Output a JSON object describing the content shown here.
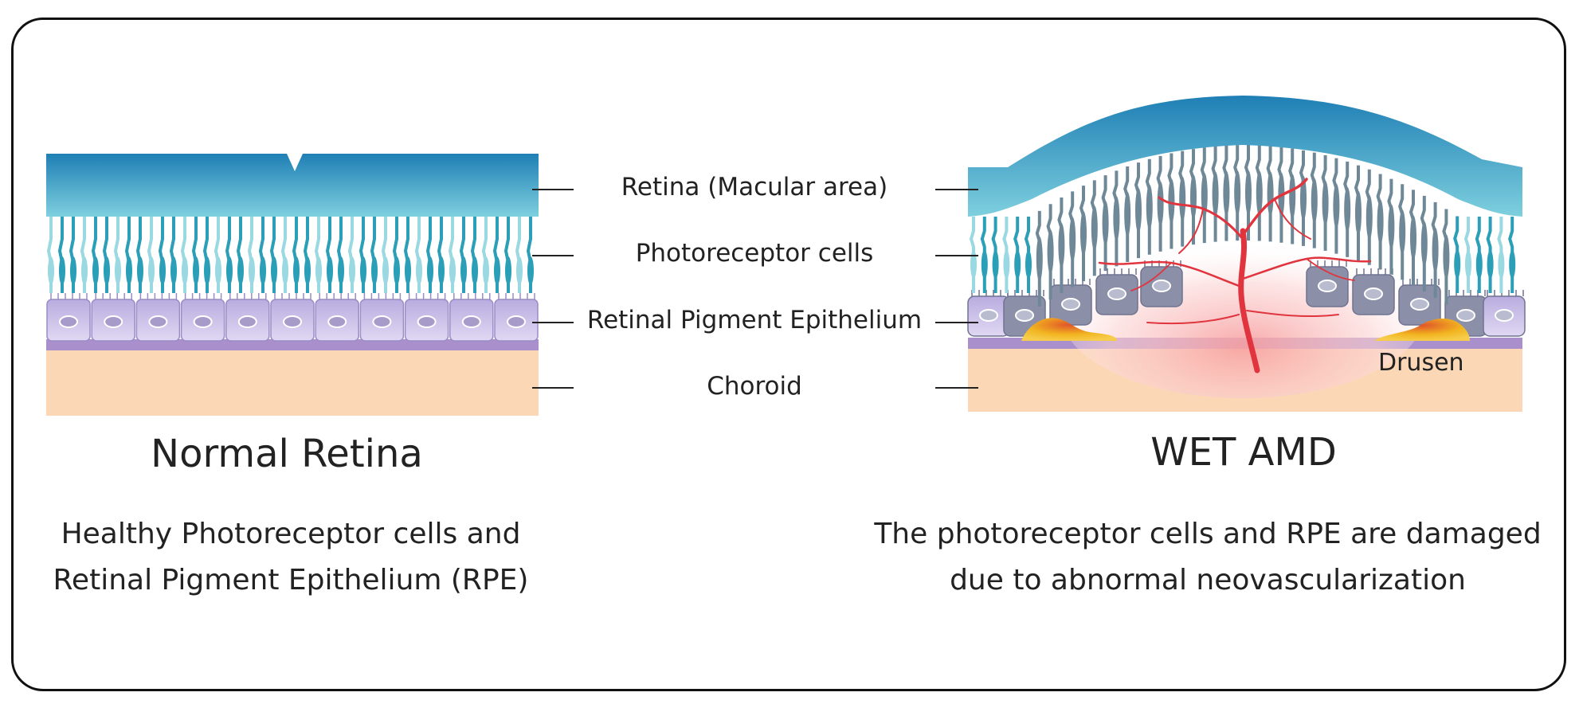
{
  "labels": {
    "retina": "Retina (Macular area)",
    "photoreceptor": "Photoreceptor cells",
    "rpe": "Retinal Pigment Epithelium",
    "choroid": "Choroid"
  },
  "left_panel": {
    "title": "Normal Retina",
    "desc_line1": "Healthy Photoreceptor cells and",
    "desc_line2": "Retinal Pigment Epithelium (RPE)"
  },
  "right_panel": {
    "title": "WET AMD",
    "desc_line1": "The photoreceptor cells and RPE are damaged",
    "desc_line2": "due to abnormal neovascularization",
    "drusen_label": "Drusen"
  },
  "colors": {
    "retina_top": "#1f7fb5",
    "retina_bottom": "#7ed0de",
    "photoreceptor_teal": "#2a9fb7",
    "photoreceptor_light": "#9ad9e1",
    "damaged_cells": "#6e8898",
    "rpe_cell": "#c9bde6",
    "rpe_cell_damaged": "#8b8fa8",
    "membrane": "#a98fcb",
    "choroid": "#fbd7b6",
    "vessel": "#e0353f",
    "drusen": "#f2b41f",
    "frame": "#111111"
  }
}
